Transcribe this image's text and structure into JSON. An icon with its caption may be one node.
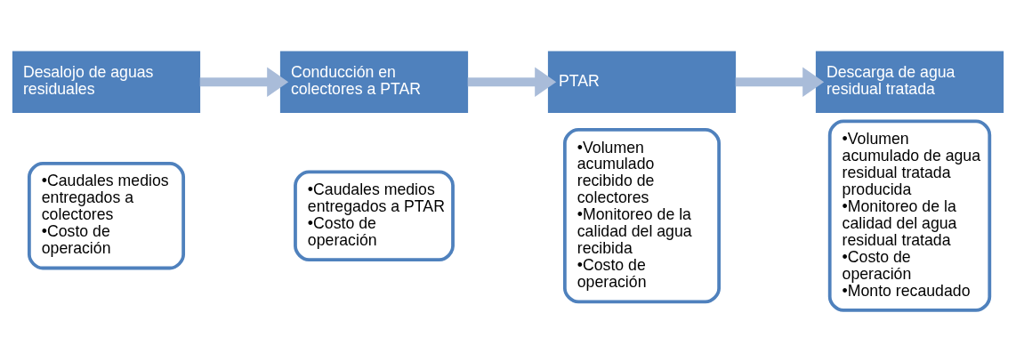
{
  "diagram": {
    "nodes": [
      {
        "text": [
          "Desalojo de aguas residuales"
        ]
      },
      {
        "text": [
          "•Caudales medios entregados a colectores",
          "•Costo de operación"
        ]
      },
      {
        "text": [
          "Conducción en colectores a PTAR"
        ]
      },
      {
        "text": [
          "•Caudales medios entregados a PTAR",
          "•Costo de operación"
        ]
      },
      {
        "text": [
          "PTAR"
        ]
      },
      {
        "text": [
          "•Volumen acumulado recibido de colectores",
          "•Monitoreo de la calidad del agua recibida",
          "•Costo de operación"
        ]
      },
      {
        "text": [
          "Descarga de agua residual tratada"
        ]
      },
      {
        "text": [
          "•Volumen acumulado de agua residual tratada producida",
          "•Monitoreo de la calidad del agua residual tratada",
          "•Costo de operación",
          "•Monto recaudado"
        ]
      }
    ],
    "edges": [
      {
        "from": 0,
        "to": 2,
        "arrow": "to"
      },
      {
        "from": 2,
        "to": 4,
        "arrow": "to"
      },
      {
        "from": 4,
        "to": 6,
        "arrow": "to"
      }
    ]
  }
}
